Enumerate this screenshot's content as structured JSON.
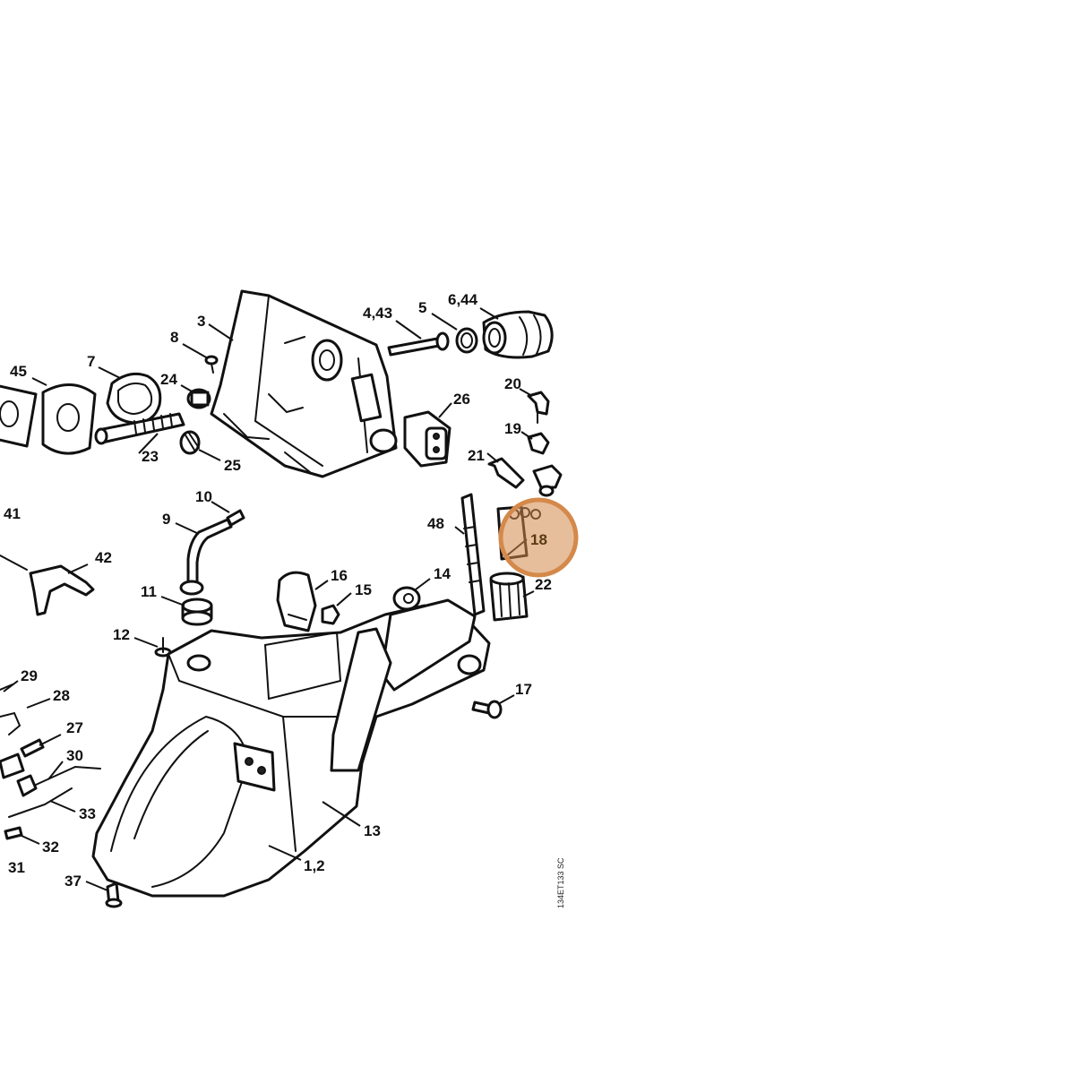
{
  "drawing_code": "134ET133 SC",
  "highlight": {
    "label": "18",
    "color": "#d4894a"
  },
  "callouts": {
    "c1_2": "1,2",
    "c3": "3",
    "c4_43": "4,43",
    "c5": "5",
    "c6_44": "6,44",
    "c7": "7",
    "c8": "8",
    "c9": "9",
    "c10": "10",
    "c11": "11",
    "c12": "12",
    "c13": "13",
    "c14": "14",
    "c15": "15",
    "c16": "16",
    "c17": "17",
    "c19": "19",
    "c20": "20",
    "c21": "21",
    "c22": "22",
    "c23": "23",
    "c24": "24",
    "c25": "25",
    "c26": "26",
    "c27": "27",
    "c28": "28",
    "c29": "29",
    "c30": "30",
    "c31": "31",
    "c32": "32",
    "c33": "33",
    "c37": "37",
    "c41": "41",
    "c42": "42",
    "c45": "45",
    "c48": "48"
  }
}
